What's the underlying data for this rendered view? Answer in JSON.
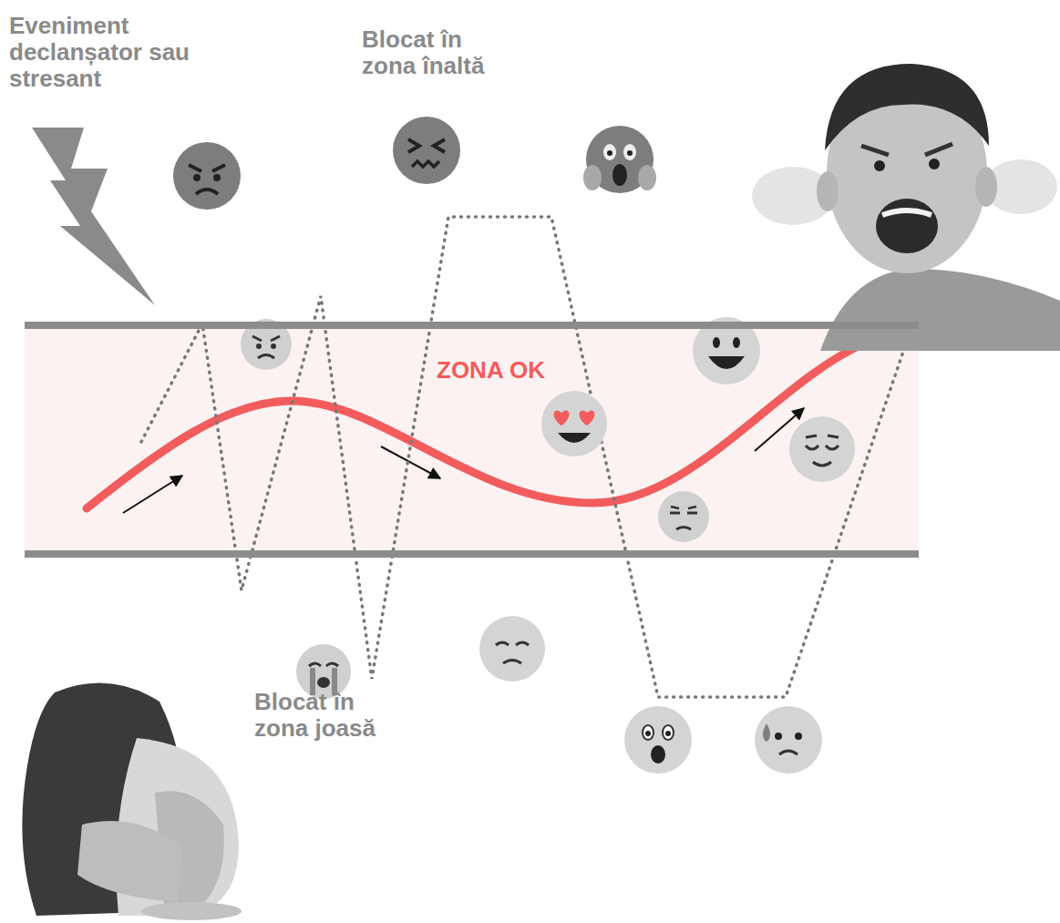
{
  "diagram": {
    "nodes": [
      {
        "text": [
          "ZONA OK"
        ]
      }
    ],
    "labels": [
      "Eveniment declanșator sau stresant",
      "Blocat în zona înaltă",
      "Blocat în zona joasă"
    ]
  }
}
